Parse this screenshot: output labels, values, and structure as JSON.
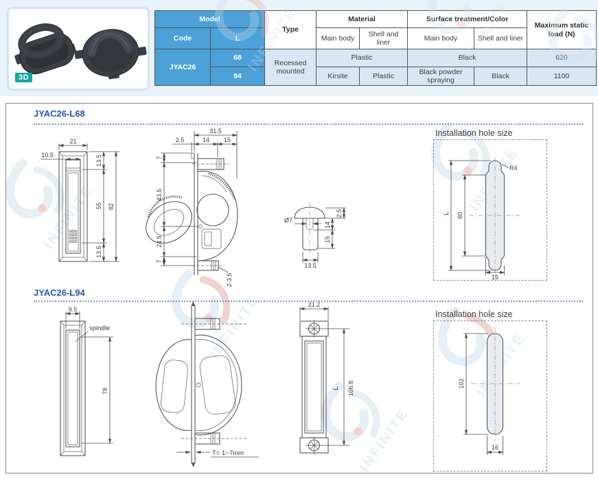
{
  "product": {
    "badge": "3D"
  },
  "spec_table": {
    "headers": {
      "model": "Model",
      "code": "Code",
      "l": "L",
      "type": "Type",
      "material": "Material",
      "main_body": "Main body",
      "shell_liner": "Shell and liner",
      "surface": "Surface treatment/Color",
      "surface_main": "Main body",
      "surface_shell": "Shell and liner",
      "max_load": "Maximum static load (N)"
    },
    "code": "JYAC26",
    "type": "Recessed mounted",
    "row68": {
      "l": "68",
      "material": "Plastic",
      "surface": "Black",
      "load": "620"
    },
    "row94": {
      "l": "94",
      "mat_main": "Kirsite",
      "mat_shell": "Plastic",
      "surf_main": "Black powder spraying",
      "surf_shell": "Black",
      "load": "1100"
    }
  },
  "l68": {
    "title": "JYAC26-L68",
    "front": {
      "w21": "21",
      "w105": "10.5",
      "h135t": "13.5",
      "h55": "55",
      "h82": "82",
      "h135b": "13.5"
    },
    "side": {
      "w315": "31.5",
      "w25": "2.5",
      "w14": "14",
      "w15": "15",
      "h7t": "7",
      "h435": "43.5",
      "h245": "24.5",
      "h7b": "7",
      "t235": "2-3.5"
    },
    "rivet": {
      "d7": "Ø7",
      "h14": "14",
      "h25": "2.5",
      "h15": "15",
      "w135": "13.5"
    },
    "hole": {
      "title": "Installation hole size",
      "r4": "R4",
      "l": "L",
      "h60": "60",
      "w15": "15"
    }
  },
  "l94": {
    "title": "JYAC26-L94",
    "front": {
      "w95": "9.5",
      "spindle": "spindle",
      "h78": "78"
    },
    "side": {
      "t": "T= 1~7mm"
    },
    "strip": {
      "w212": "21.2",
      "l": "L",
      "h1068": "106.8"
    },
    "hole": {
      "title": "Installation hole size",
      "h102": "102",
      "w16": "16"
    }
  },
  "watermark": {
    "brand": "INFINITE"
  }
}
